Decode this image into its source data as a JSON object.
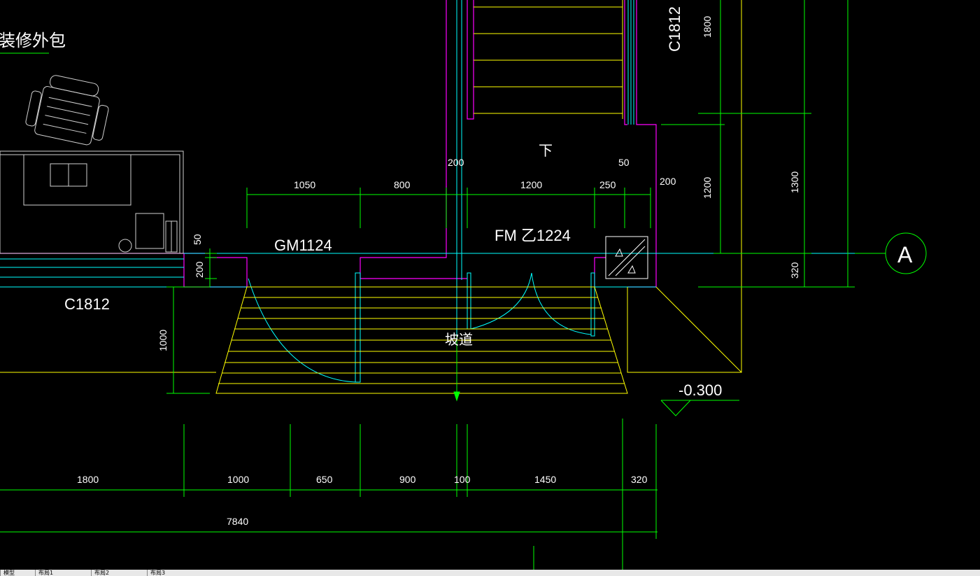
{
  "labels": {
    "title_text": "装修外包",
    "window_top_right": "C1812",
    "window_left": "C1812",
    "door_left": "GM1124",
    "door_right": "FM 乙1224",
    "stair_down": "下",
    "ramp": "坡道",
    "elevation": "-0.300",
    "axis": "A"
  },
  "dims": {
    "top_row": [
      "1050",
      "800",
      "1200",
      "250"
    ],
    "small_200_a": "200",
    "small_50_a": "50",
    "small_200_b": "200",
    "left_50": "50",
    "left_200": "200",
    "left_1000": "1000",
    "right_1800": "1800",
    "right_1200": "1200",
    "right_1300": "1300",
    "right_320": "320",
    "bottom_row": [
      "1800",
      "1000",
      "650",
      "900",
      "100",
      "1450",
      "320"
    ],
    "bottom_total": "7840"
  },
  "colors": {
    "background": "#000000",
    "wall": "#ff00ff",
    "axis_line": "#00ffff",
    "dimension": "#00ff00",
    "stair": "#ffff00",
    "furniture": "#ffffff",
    "text": "#ffffff"
  },
  "tabs": [
    "模型",
    "布局1",
    "布局2",
    "布局3"
  ]
}
